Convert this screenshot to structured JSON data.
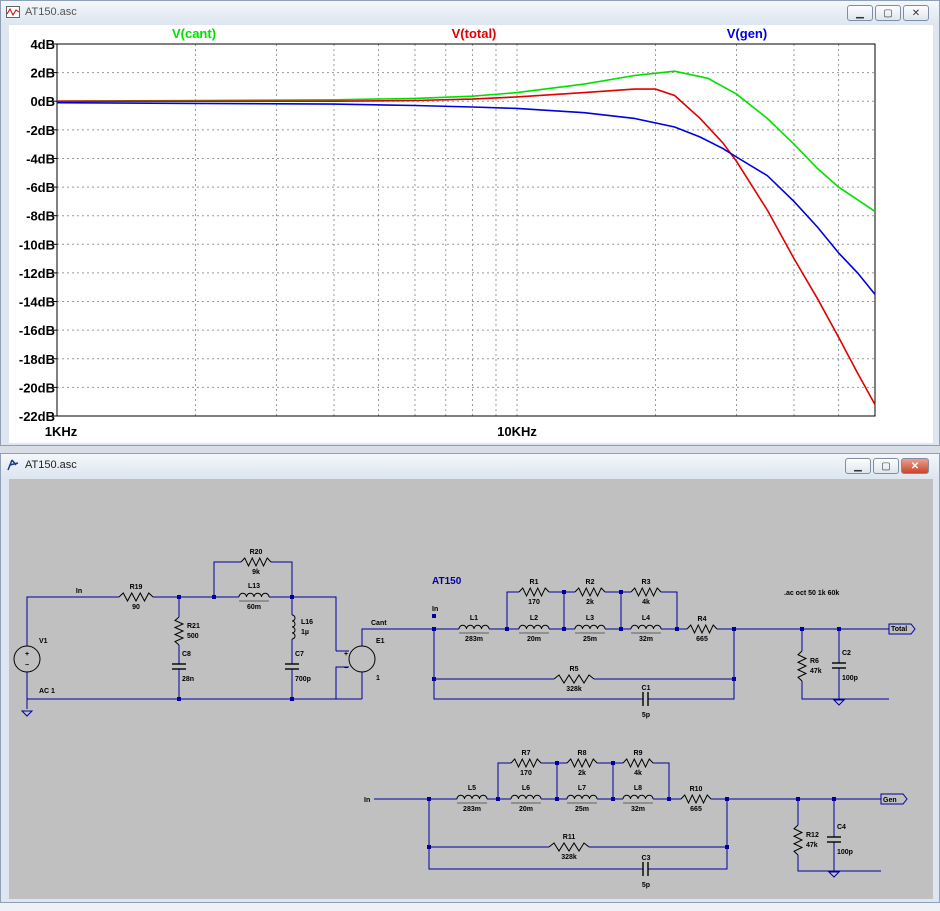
{
  "plot_window": {
    "title": "AT150.asc",
    "traces": [
      {
        "name": "V(cant)",
        "color": "#00e000"
      },
      {
        "name": "V(total)",
        "color": "#e00000"
      },
      {
        "name": "V(gen)",
        "color": "#0000e0"
      }
    ]
  },
  "schematic_window": {
    "title": "AT150.asc"
  },
  "chart_data": {
    "type": "line",
    "x_scale": "log",
    "xlim": [
      1000,
      60000
    ],
    "ylim": [
      -22,
      4
    ],
    "y_ticks": [
      "4dB",
      "2dB",
      "0dB",
      "-2dB",
      "-4dB",
      "-6dB",
      "-8dB",
      "-10dB",
      "-12dB",
      "-14dB",
      "-16dB",
      "-18dB",
      "-20dB",
      "-22dB"
    ],
    "x_ticks": [
      "1KHz",
      "10KHz"
    ],
    "grid": true,
    "series": [
      {
        "name": "V(cant)",
        "color": "#00e000",
        "x": [
          1000,
          2000,
          4000,
          6000,
          8000,
          10000,
          14000,
          18000,
          22000,
          26000,
          30000,
          35000,
          40000,
          45000,
          50000,
          60000
        ],
        "y": [
          0,
          0.05,
          0.1,
          0.2,
          0.35,
          0.6,
          1.2,
          1.8,
          2.1,
          1.6,
          0.5,
          -1.2,
          -3.0,
          -4.7,
          -6.0,
          -7.7
        ]
      },
      {
        "name": "V(total)",
        "color": "#e00000",
        "x": [
          1000,
          2000,
          4000,
          6000,
          8000,
          10000,
          14000,
          18000,
          20000,
          22000,
          25000,
          28000,
          30000,
          35000,
          40000,
          45000,
          50000,
          55000,
          60000
        ],
        "y": [
          0,
          0,
          0,
          0.05,
          0.15,
          0.3,
          0.6,
          0.85,
          0.85,
          0.4,
          -1.2,
          -2.9,
          -4.2,
          -7.6,
          -11.0,
          -13.8,
          -16.5,
          -19.0,
          -21.2
        ]
      },
      {
        "name": "V(gen)",
        "color": "#0000e0",
        "x": [
          1000,
          2000,
          4000,
          6000,
          8000,
          10000,
          14000,
          18000,
          22000,
          25000,
          28000,
          30000,
          35000,
          40000,
          45000,
          50000,
          55000,
          60000
        ],
        "y": [
          -0.1,
          -0.15,
          -0.2,
          -0.3,
          -0.4,
          -0.5,
          -0.8,
          -1.2,
          -1.8,
          -2.5,
          -3.3,
          -3.9,
          -5.2,
          -7.0,
          -8.8,
          -10.6,
          -12.0,
          -13.5
        ]
      }
    ]
  },
  "schematic": {
    "top": {
      "in_label": "In",
      "r19": {
        "name": "R19",
        "value": "90"
      },
      "r20": {
        "name": "R20",
        "value": "9k"
      },
      "l13": {
        "name": "L13",
        "value": "60m"
      },
      "r21": {
        "name": "R21",
        "value": "500"
      },
      "c8": {
        "name": "C8",
        "value": "28n"
      },
      "l16": {
        "name": "L16",
        "value": "1µ"
      },
      "c7": {
        "name": "C7",
        "value": "700p"
      },
      "v1": {
        "name": "V1",
        "value": "AC 1"
      },
      "e1": {
        "name": "E1",
        "value": "1"
      },
      "cant_label": "Cant",
      "title": "AT150",
      "in2_label": "In",
      "l1": {
        "name": "L1",
        "value": "283m"
      },
      "r1": {
        "name": "R1",
        "value": "170"
      },
      "l2": {
        "name": "L2",
        "value": "20m"
      },
      "r2": {
        "name": "R2",
        "value": "2k"
      },
      "l3": {
        "name": "L3",
        "value": "25m"
      },
      "r3": {
        "name": "R3",
        "value": "4k"
      },
      "l4": {
        "name": "L4",
        "value": "32m"
      },
      "r4": {
        "name": "R4",
        "value": "665"
      },
      "r5": {
        "name": "R5",
        "value": "328k"
      },
      "c1": {
        "name": "C1",
        "value": "5p"
      },
      "r6": {
        "name": "R6",
        "value": "47k"
      },
      "c2": {
        "name": "C2",
        "value": "100p"
      },
      "directive": ".ac oct 50 1k 60k",
      "out_label": "Total"
    },
    "bottom": {
      "in_label": "In",
      "l5": {
        "name": "L5",
        "value": "283m"
      },
      "r7": {
        "name": "R7",
        "value": "170"
      },
      "l6": {
        "name": "L6",
        "value": "20m"
      },
      "r8": {
        "name": "R8",
        "value": "2k"
      },
      "l7": {
        "name": "L7",
        "value": "25m"
      },
      "r9": {
        "name": "R9",
        "value": "4k"
      },
      "l8": {
        "name": "L8",
        "value": "32m"
      },
      "r10": {
        "name": "R10",
        "value": "665"
      },
      "r11": {
        "name": "R11",
        "value": "328k"
      },
      "c3": {
        "name": "C3",
        "value": "5p"
      },
      "r12": {
        "name": "R12",
        "value": "47k"
      },
      "c4": {
        "name": "C4",
        "value": "100p"
      },
      "out_label": "Gen"
    }
  }
}
